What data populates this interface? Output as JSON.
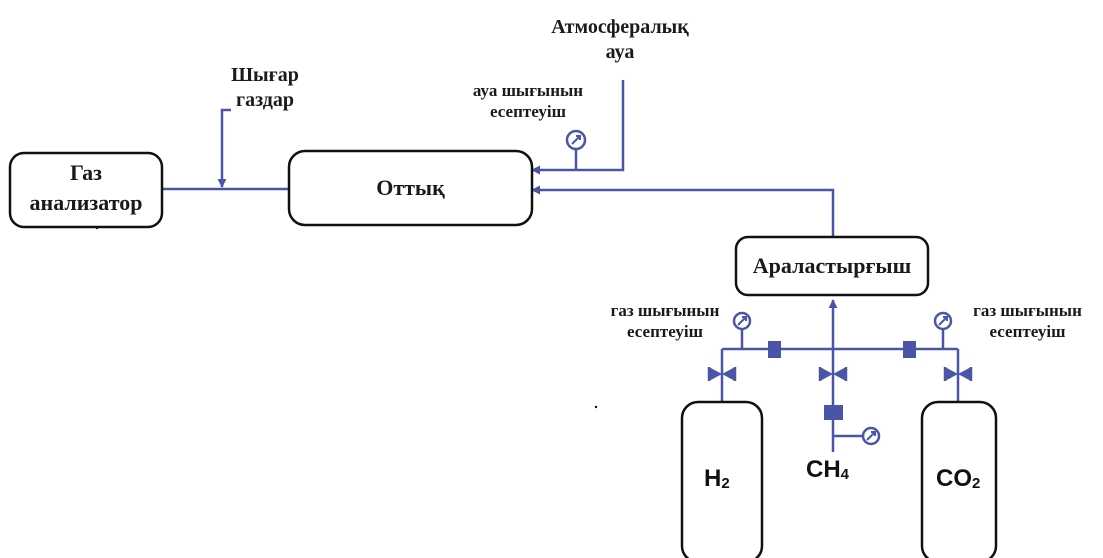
{
  "colors": {
    "pipe": "#4a55a8",
    "outline": "#111111",
    "text": "#1a1a1a"
  },
  "labels": {
    "burner": "Оттық",
    "gas_analyzer_line1": "Газ",
    "gas_analyzer_line2": "анализатор",
    "mixer": "Араластырғыш",
    "exhaust_line1": "Шығар",
    "exhaust_line2": "газдар",
    "atm_air_line1": "Атмосфералық",
    "atm_air_line2": "ауа",
    "air_meter_line1": "ауа шығынын",
    "air_meter_line2": "есептеуіш",
    "gas_meter_left_line1": "газ шығынын",
    "gas_meter_left_line2": "есептеуіш",
    "gas_meter_right_line1": "газ шығынын",
    "gas_meter_right_line2": "есептеуіш"
  },
  "cylinders": {
    "h2": {
      "main": "H",
      "sub": "2"
    },
    "ch4": {
      "main": "CH",
      "sub": "4"
    },
    "co2": {
      "main": "CO",
      "sub": "2"
    }
  },
  "icons": [
    "flow-meter-icon",
    "valve-icon",
    "filter-icon",
    "arrow-icon"
  ]
}
